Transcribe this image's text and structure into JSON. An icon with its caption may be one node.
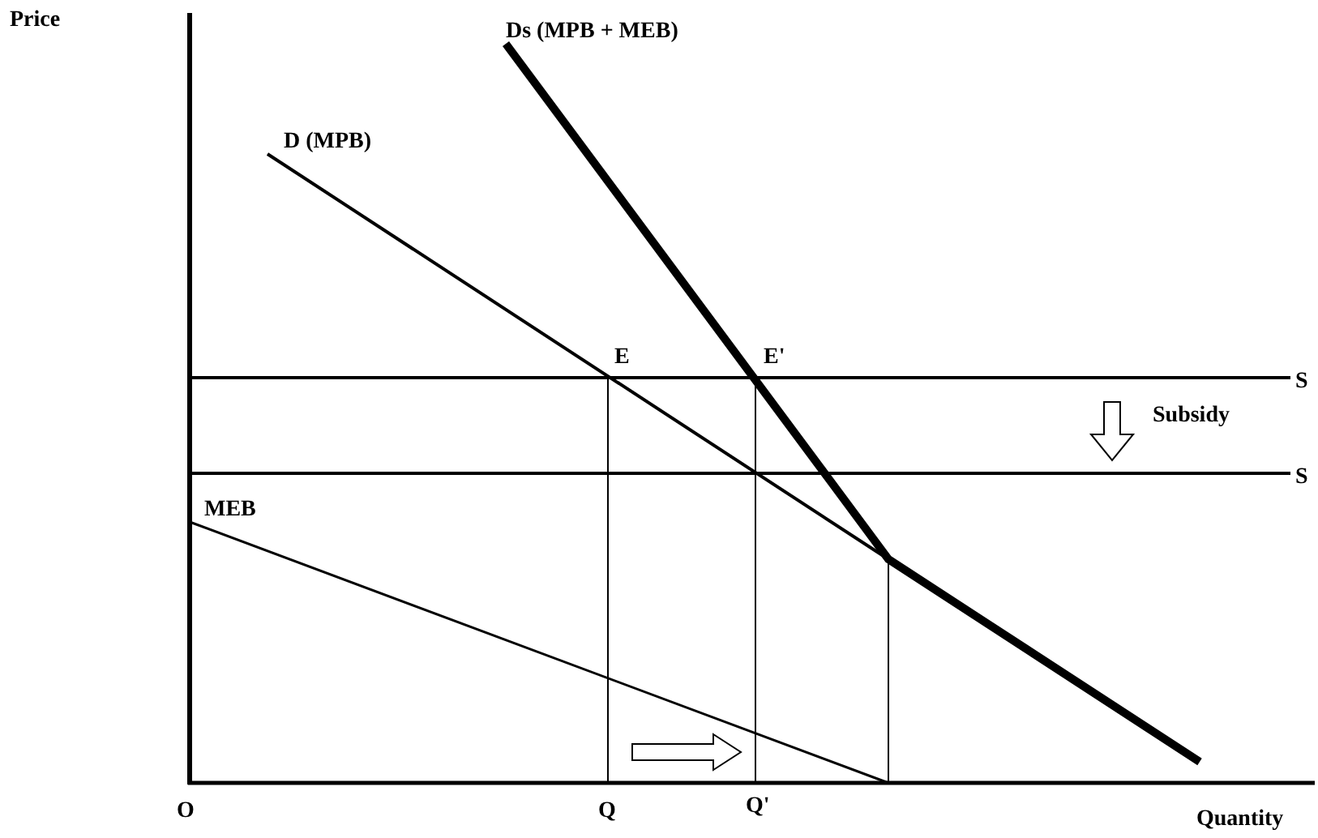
{
  "diagram": {
    "labels": [
      "Price",
      "Ds (MPB + MEB)",
      "D (MPB)",
      "E",
      "E'",
      "S",
      "Subsidy",
      "S",
      "MEB",
      "O",
      "Q",
      "Q'",
      "Quantity"
    ]
  }
}
